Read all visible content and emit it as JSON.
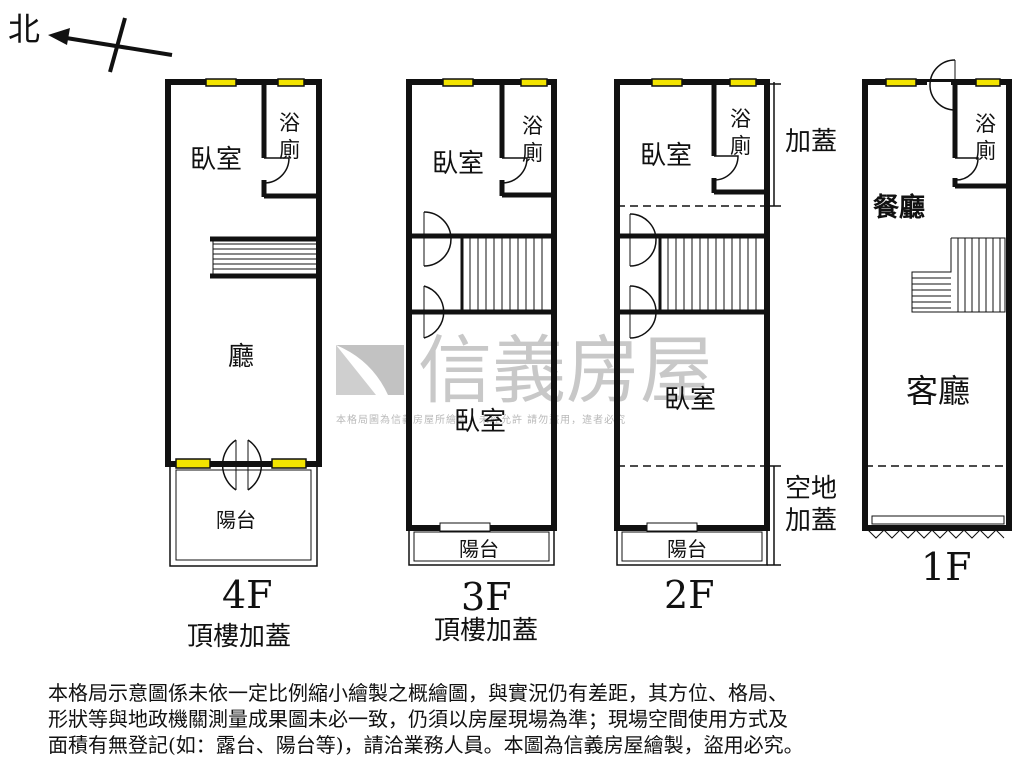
{
  "compass": {
    "label": "北"
  },
  "watermark": {
    "brand": "信義房屋",
    "notice": "本格局圖為信義房屋所繪製，未經允許 請勿盜用，違者必究"
  },
  "floors": {
    "f4": {
      "label": "4F",
      "sub": "頂樓加蓋",
      "bedroom": "臥室",
      "bath": "浴廁",
      "living": "廳",
      "balcony": "陽台"
    },
    "f3": {
      "label": "3F",
      "sub": "頂樓加蓋",
      "bedroom_top": "臥室",
      "bath": "浴廁",
      "bedroom_bottom": "臥室",
      "balcony": "陽台"
    },
    "f2": {
      "label": "2F",
      "bedroom_top": "臥室",
      "bath": "浴廁",
      "bedroom_bottom": "臥室",
      "balcony": "陽台",
      "note_top": "加蓋",
      "note_bottom": "空地加蓋"
    },
    "f1": {
      "label": "1F",
      "bath": "浴廁",
      "dining": "餐廳",
      "living": "客廳"
    }
  },
  "disclaimer": {
    "line1": "本格局示意圖係未依一定比例縮小繪製之概繪圖，與實況仍有差距，其方位、格局、",
    "line2": "形狀等與地政機關測量成果圖未必一致，仍須以房屋現場為準；現場空間使用方式及",
    "line3": "面積有無登記(如：露台、陽台等)，請洽業務人員。本圖為信義房屋繪製，盜用必究。"
  }
}
